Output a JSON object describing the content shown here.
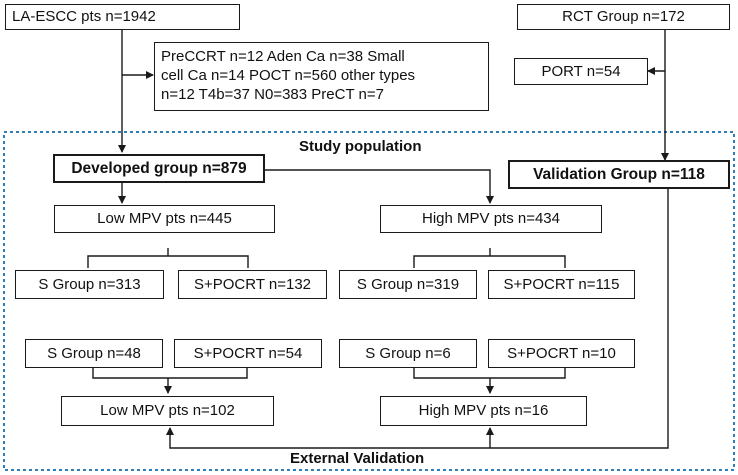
{
  "nodes": {
    "la_escc": "LA-ESCC pts n=1942",
    "rct_group": "RCT  Group n=172",
    "exclusions_line1": "PreCCRT n=12   Aden Ca n=38 Small",
    "exclusions_line2": "cell Ca n=14 POCT n=560  other types",
    "exclusions_line3": "n=12  T4b=37  N0=383 PreCT n=7",
    "port": "PORT n=54",
    "developed_group": "Developed group n=879",
    "validation_group": "Validation Group n=118",
    "low_mpv_dev": "Low MPV pts n=445",
    "high_mpv_dev": "High MPV pts n=434",
    "s_group_low_dev": "S Group n=313",
    "spocrt_low_dev": "S+POCRT n=132",
    "s_group_high_dev": "S Group n=319",
    "spocrt_high_dev": "S+POCRT n=115",
    "s_group_low_val": "S Group n=48",
    "spocrt_low_val": "S+POCRT n=54",
    "s_group_high_val": "S Group n=6",
    "spocrt_high_val": "S+POCRT n=10",
    "low_mpv_val": "Low MPV pts n=102",
    "high_mpv_val": "High MPV pts n=16"
  },
  "labels": {
    "study_population": "Study population",
    "external_validation": "External Validation"
  },
  "colors": {
    "dashed_border": "#2e7fb8",
    "line": "#1a1a1a"
  }
}
